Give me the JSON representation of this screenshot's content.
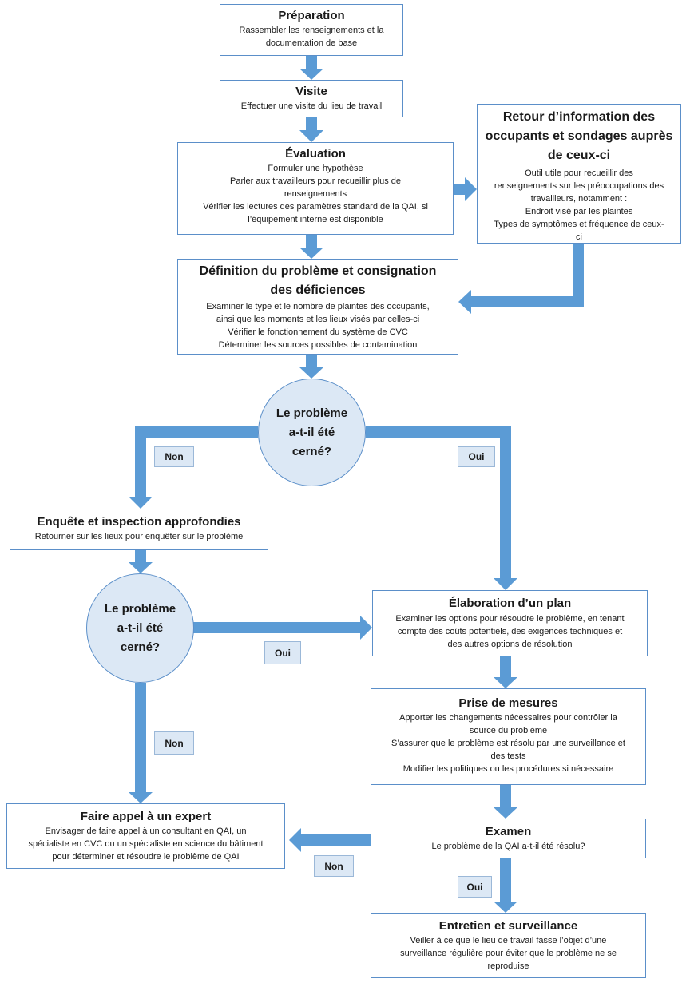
{
  "colors": {
    "arrow": "#5b9bd5",
    "box_border": "#5b8fc9",
    "decision_fill": "#dce8f5"
  },
  "preparation": {
    "title": "Préparation",
    "lines": [
      "Rassembler les renseignements et la",
      "documentation de base"
    ]
  },
  "visite": {
    "title": "Visite",
    "lines": [
      "Effectuer une visite du lieu de travail"
    ]
  },
  "evaluation": {
    "title": "Évaluation",
    "lines": [
      "Formuler une hypothèse",
      "Parler aux travailleurs pour recueillir plus de",
      "renseignements",
      "Vérifier les lectures des paramètres standard de la QAI, si",
      "l’équipement interne est disponible"
    ]
  },
  "retour": {
    "title_lines": [
      "Retour d’information des",
      "occupants et sondages auprès",
      "de ceux-ci"
    ],
    "lines": [
      "Outil utile pour recueillir des",
      "renseignements sur les préoccupations des",
      "travailleurs, notamment :",
      "Endroit visé par les plaintes",
      "Types de symptômes et fréquence de ceux-",
      "ci"
    ]
  },
  "definition": {
    "title_lines": [
      "Définition du problème et consignation",
      "des déficiences"
    ],
    "lines": [
      "Examiner le type et le nombre de plaintes des occupants,",
      "ainsi que les moments et les lieux visés par celles-ci",
      "Vérifier le fonctionnement du système de CVC",
      "Déterminer les sources possibles de contamination"
    ]
  },
  "decision1": {
    "lines": [
      "Le problème",
      "a-t-il été",
      "cerné?"
    ]
  },
  "decision2": {
    "lines": [
      "Le problème",
      "a-t-il été",
      "cerné?"
    ]
  },
  "enquete": {
    "title": "Enquête et inspection approfondies",
    "lines": [
      "Retourner sur les lieux pour enquêter sur le problème"
    ]
  },
  "plan": {
    "title": "Élaboration d’un plan",
    "lines": [
      "Examiner les options pour résoudre le problème, en tenant",
      "compte des coûts potentiels, des exigences techniques et",
      "des autres options de résolution"
    ]
  },
  "mesures": {
    "title": "Prise de mesures",
    "lines": [
      "Apporter les changements nécessaires pour contrôler la",
      "source du problème",
      "S’assurer que le problème est résolu par une surveillance et",
      "des tests",
      "Modifier les politiques ou les procédures si nécessaire"
    ]
  },
  "expert": {
    "title": "Faire appel à un expert",
    "lines": [
      "Envisager de faire appel à un consultant en QAI, un",
      "spécialiste en CVC ou un spécialiste en science du bâtiment",
      "pour déterminer et résoudre le problème de QAI"
    ]
  },
  "examen": {
    "title": "Examen",
    "lines": [
      "Le problème de la QAI a-t-il été résolu?"
    ]
  },
  "entretien": {
    "title": "Entretien et surveillance",
    "lines": [
      "Veiller à ce que le lieu de travail fasse l’objet d’une",
      "surveillance régulière pour éviter que le problème ne se",
      "reproduise"
    ]
  },
  "labels": {
    "non1": "Non",
    "oui1": "Oui",
    "oui2": "Oui",
    "non2": "Non",
    "non3": "Non",
    "oui3": "Oui"
  }
}
